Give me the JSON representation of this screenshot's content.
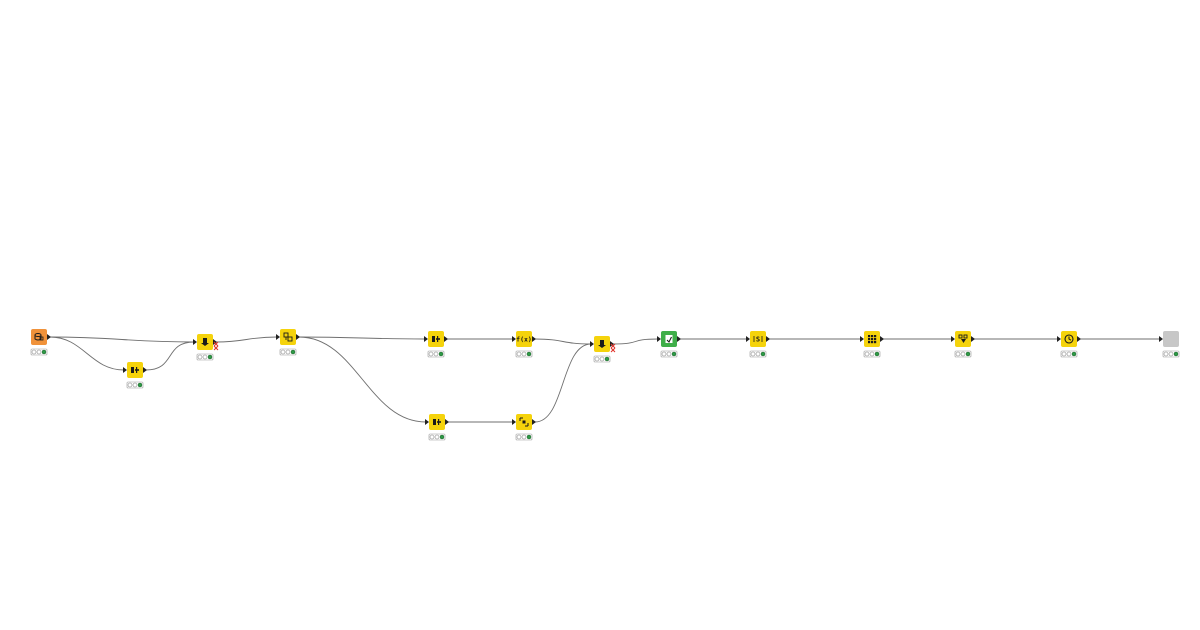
{
  "workflow": {
    "colors": {
      "canvas_bg": "#ffffff",
      "manipulator_node": "#f5d30c",
      "source_node": "#f0923a",
      "loop_node": "#3fae49",
      "component_node": "#c7c7c7",
      "status_executed": "#2e9a47",
      "status_idle": "#ffffff",
      "connection": "#6f6f6f",
      "port": "#222222",
      "inactive_port_mark": "#e0332a"
    },
    "nodes": [
      {
        "id": "n1",
        "kind": "source",
        "icon": "database-reader-icon",
        "status": "executed"
      },
      {
        "id": "n2",
        "kind": "manipulator",
        "icon": "column-filter-icon",
        "status": "executed"
      },
      {
        "id": "n3",
        "kind": "manipulator",
        "icon": "joiner-icon",
        "status": "executed",
        "inactive_outputs": 2
      },
      {
        "id": "n4",
        "kind": "manipulator",
        "icon": "rule-engine-icon",
        "status": "executed"
      },
      {
        "id": "n5",
        "kind": "manipulator",
        "icon": "column-filter-icon",
        "status": "executed"
      },
      {
        "id": "n6",
        "kind": "manipulator",
        "icon": "math-formula-icon",
        "status": "executed"
      },
      {
        "id": "n7",
        "kind": "manipulator",
        "icon": "column-filter-icon",
        "status": "executed"
      },
      {
        "id": "n8",
        "kind": "manipulator",
        "icon": "column-resorter-icon",
        "status": "executed"
      },
      {
        "id": "n9",
        "kind": "manipulator",
        "icon": "joiner-icon",
        "status": "executed",
        "inactive_outputs": 2
      },
      {
        "id": "n10",
        "kind": "loop",
        "icon": "chunk-loop-start-icon",
        "status": "executed"
      },
      {
        "id": "n11",
        "kind": "manipulator",
        "icon": "string-manipulation-icon",
        "status": "executed"
      },
      {
        "id": "n12",
        "kind": "manipulator",
        "icon": "pivot-icon",
        "status": "executed"
      },
      {
        "id": "n13",
        "kind": "manipulator",
        "icon": "row-filter-icon",
        "status": "executed"
      },
      {
        "id": "n14",
        "kind": "manipulator",
        "icon": "date-time-icon",
        "status": "executed"
      },
      {
        "id": "n15",
        "kind": "component",
        "icon": "component-icon",
        "status": "executed"
      }
    ],
    "connections": [
      {
        "from": "n1",
        "to": "n3"
      },
      {
        "from": "n1",
        "to": "n2"
      },
      {
        "from": "n2",
        "to": "n3"
      },
      {
        "from": "n3",
        "to": "n4"
      },
      {
        "from": "n4",
        "to": "n5"
      },
      {
        "from": "n4",
        "to": "n7"
      },
      {
        "from": "n5",
        "to": "n6"
      },
      {
        "from": "n6",
        "to": "n9"
      },
      {
        "from": "n7",
        "to": "n8"
      },
      {
        "from": "n8",
        "to": "n9"
      },
      {
        "from": "n9",
        "to": "n10"
      },
      {
        "from": "n10",
        "to": "n11"
      },
      {
        "from": "n11",
        "to": "n12"
      },
      {
        "from": "n12",
        "to": "n13"
      },
      {
        "from": "n13",
        "to": "n14"
      },
      {
        "from": "n14",
        "to": "n15"
      }
    ]
  }
}
